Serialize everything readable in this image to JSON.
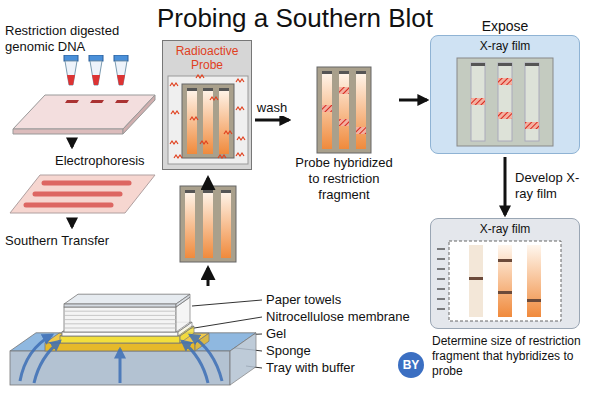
{
  "diagram": {
    "title": "Probing a Southern Blot",
    "nodes": [
      {
        "text": [
          "Restriction digested genomic DNA"
        ]
      },
      {
        "text": [
          "Electrophoresis"
        ]
      },
      {
        "text": [
          "Southern Transfer"
        ]
      },
      {
        "text": [
          "Radioactive Probe"
        ]
      },
      {
        "text": [
          "Probe hybridized to restriction fragment"
        ]
      },
      {
        "text": [
          "Expose",
          "X-ray film"
        ]
      },
      {
        "text": [
          "X-ray film"
        ]
      }
    ],
    "edges": [
      {
        "from": 0,
        "to": 1,
        "arrow": "to"
      },
      {
        "from": 1,
        "to": 2,
        "arrow": "to"
      },
      {
        "from": 3,
        "to": 4,
        "label": "wash",
        "arrow": "to"
      },
      {
        "from": 4,
        "to": 5,
        "arrow": "to"
      },
      {
        "from": 5,
        "to": 6,
        "label": "Develop X-ray film",
        "arrow": "to"
      }
    ],
    "labels": [
      "Paper towels",
      "Nitrocellulose membrane",
      "Gel",
      "Sponge",
      "Tray with buffer",
      "Determine size of restriction fragment that hybridizes to probe",
      "BY"
    ]
  }
}
